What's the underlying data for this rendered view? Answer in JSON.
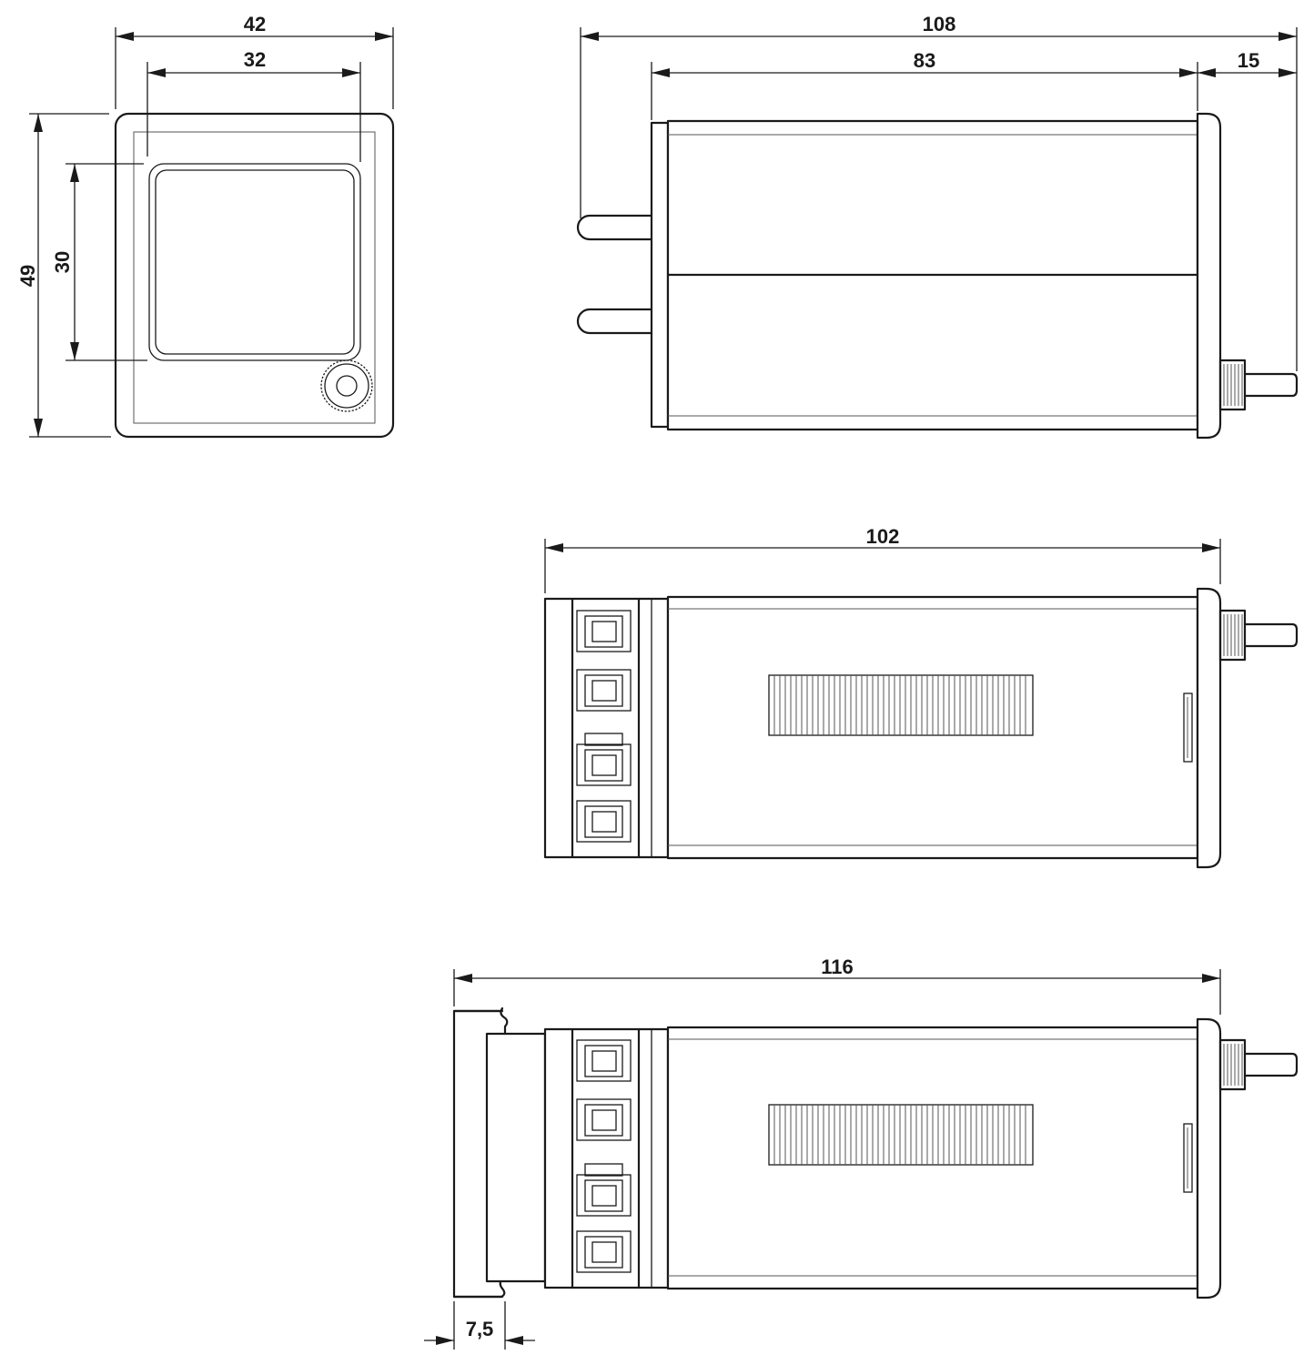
{
  "dimensions": {
    "front_width": "42",
    "window_width": "32",
    "front_height": "49",
    "window_height": "30",
    "side_total_length": "108",
    "side_body_length": "83",
    "side_knob_length": "15",
    "top_total_length": "102",
    "mounted_total_length": "116",
    "panel_thickness": "7,5"
  }
}
